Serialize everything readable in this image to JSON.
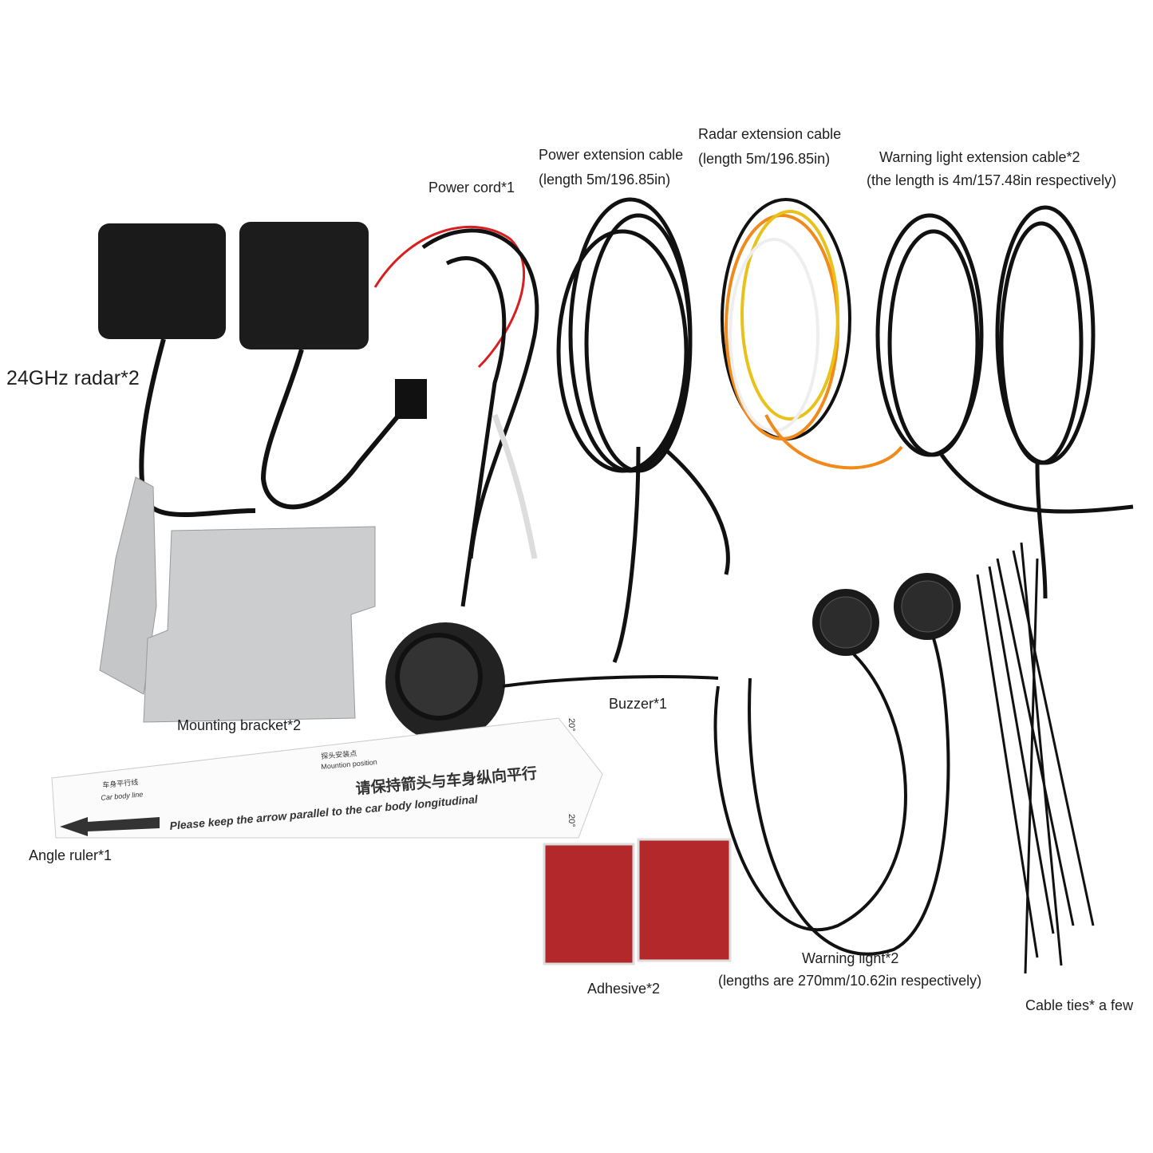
{
  "labels": {
    "radar": "24GHz radar*2",
    "power_cord": "Power cord*1",
    "power_ext": "Power extension cable",
    "power_ext_len": "(length 5m/196.85in)",
    "radar_ext": "Radar extension cable",
    "radar_ext_len": "(length 5m/196.85in)",
    "warn_ext": "Warning light extension cable*2",
    "warn_ext_len": "(the length is 4m/157.48in respectively)",
    "bracket": "Mounting bracket*2",
    "buzzer": "Buzzer*1",
    "ruler": "Angle ruler*1",
    "adhesive": "Adhesive*2",
    "warn_light": "Warning light*2",
    "warn_light_len": "(lengths are 270mm/10.62in respectively)",
    "ties": "Cable ties* a few"
  },
  "ruler": {
    "cn_car_line": "车身平行线",
    "car_body_line": "Car body line",
    "cn_mount": "探头安装点",
    "mount_position": "Mountion position",
    "cn_instruction": "请保持箭头与车身纵向平行",
    "instruction": "Please keep the arrow parallel to the car body longitudinal",
    "angle_top": "20°",
    "angle_bottom": "20°"
  },
  "colors": {
    "cable": "#111111",
    "red_wire": "#d81e1e",
    "orange_wire": "#f08a1a",
    "yellow_wire": "#e8c21a",
    "adhesive": "#b3282a",
    "bracket": "#c9cbcd"
  }
}
